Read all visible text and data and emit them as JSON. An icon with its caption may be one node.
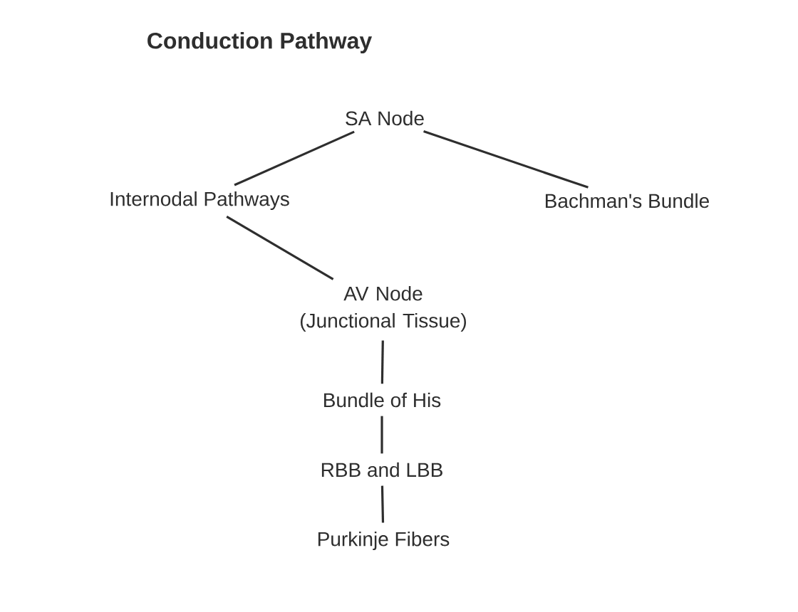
{
  "diagram": {
    "title": "Conduction Pathway",
    "nodes": [
      {
        "text": [
          "SA Node"
        ]
      },
      {
        "text": [
          "Internodal Pathways"
        ]
      },
      {
        "text": [
          "Bachman's Bundle"
        ]
      },
      {
        "text": [
          "AV Node (Junctional Tissue)"
        ]
      },
      {
        "text": [
          "Bundle of His"
        ]
      },
      {
        "text": [
          "RBB and LBB"
        ]
      },
      {
        "text": [
          "Purkinje Fibers"
        ]
      }
    ],
    "edges": [
      {
        "from": 0,
        "to": 1,
        "arrow": "none"
      },
      {
        "from": 0,
        "to": 2,
        "arrow": "none"
      },
      {
        "from": 1,
        "to": 3,
        "arrow": "none"
      },
      {
        "from": 3,
        "to": 4,
        "arrow": "none"
      },
      {
        "from": 4,
        "to": 5,
        "arrow": "none"
      },
      {
        "from": 5,
        "to": 6,
        "arrow": "none"
      }
    ]
  }
}
